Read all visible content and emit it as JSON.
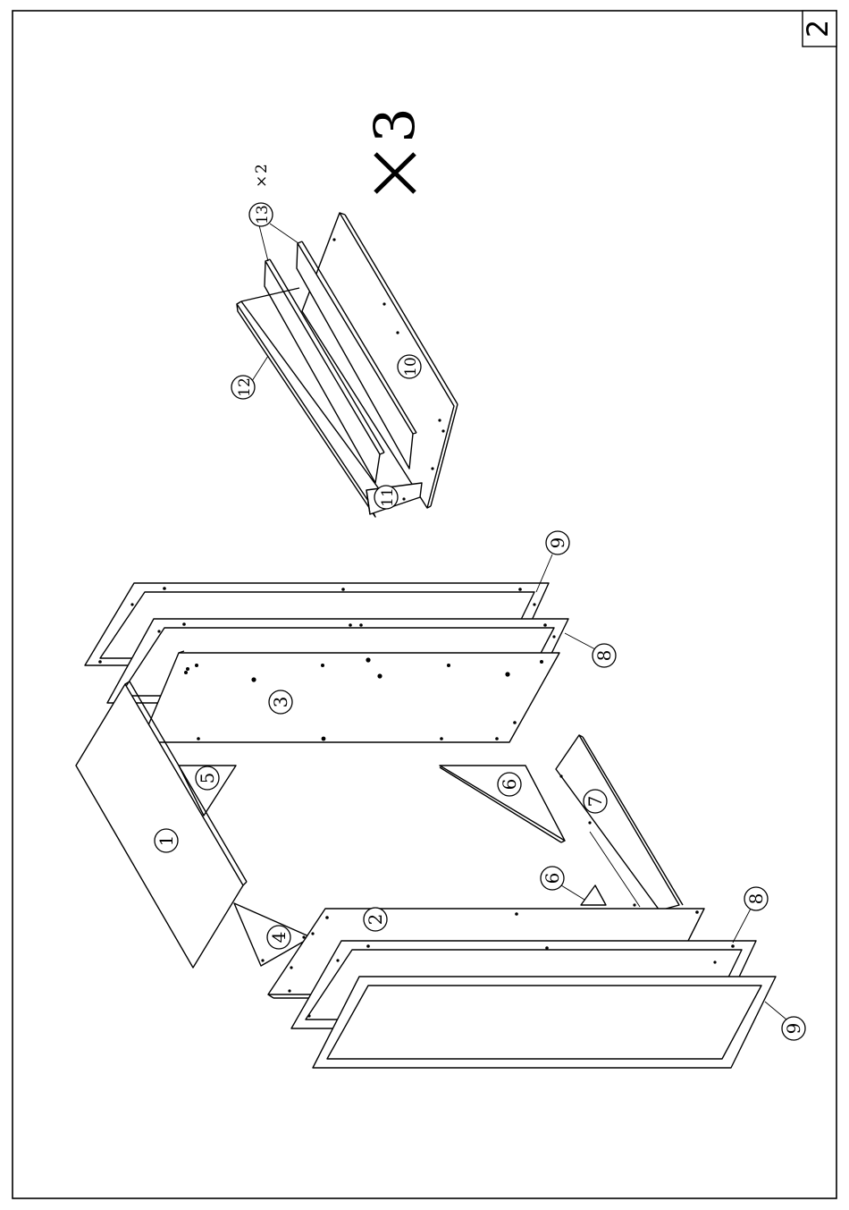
{
  "step_number": "2",
  "multiplier": "3",
  "sub_qty": "2",
  "parts": [
    {
      "id": "p1",
      "label": "1"
    },
    {
      "id": "p2",
      "label": "2"
    },
    {
      "id": "p3",
      "label": "3"
    },
    {
      "id": "p4",
      "label": "4"
    },
    {
      "id": "p5",
      "label": "5"
    },
    {
      "id": "p6a",
      "label": "6"
    },
    {
      "id": "p6b",
      "label": "6"
    },
    {
      "id": "p7",
      "label": "7"
    },
    {
      "id": "p8a",
      "label": "8"
    },
    {
      "id": "p8b",
      "label": "8"
    },
    {
      "id": "p9a",
      "label": "9"
    },
    {
      "id": "p9b",
      "label": "9"
    },
    {
      "id": "p10",
      "label": "10"
    },
    {
      "id": "p11",
      "label": "11"
    },
    {
      "id": "p12",
      "label": "12"
    },
    {
      "id": "p13",
      "label": "13"
    }
  ]
}
